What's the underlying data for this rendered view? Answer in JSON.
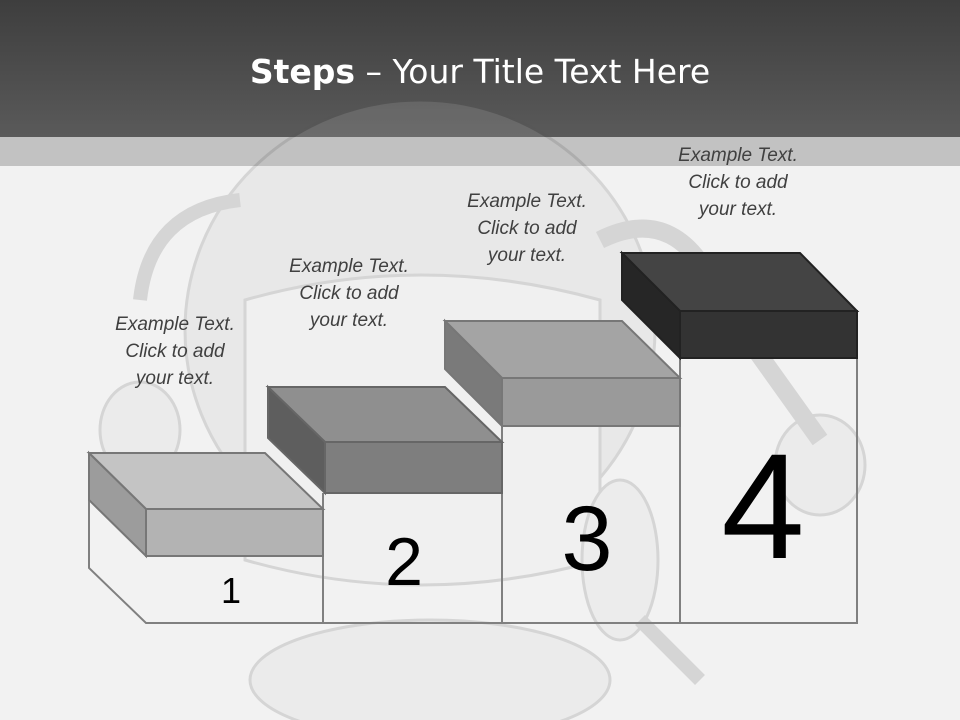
{
  "slide": {
    "title_bold": "Steps",
    "title_rest": " – Your Title Text Here"
  },
  "steps": [
    {
      "number": "1",
      "lines": [
        "Example Text.",
        "Click  to add",
        "your text."
      ]
    },
    {
      "number": "2",
      "lines": [
        "Example Text.",
        "Click  to add",
        "your text."
      ]
    },
    {
      "number": "3",
      "lines": [
        "Example Text.",
        "Click  to add",
        "your text."
      ]
    },
    {
      "number": "4",
      "lines": [
        "Example Text.",
        "Click  to add",
        "your text."
      ]
    }
  ],
  "colors": {
    "header": "#4a4a4a",
    "band": "#c2c2c2",
    "step1": "#bdbdbd",
    "step2": "#8c8c8c",
    "step3": "#9e9e9e",
    "step4": "#3a3a3a"
  }
}
